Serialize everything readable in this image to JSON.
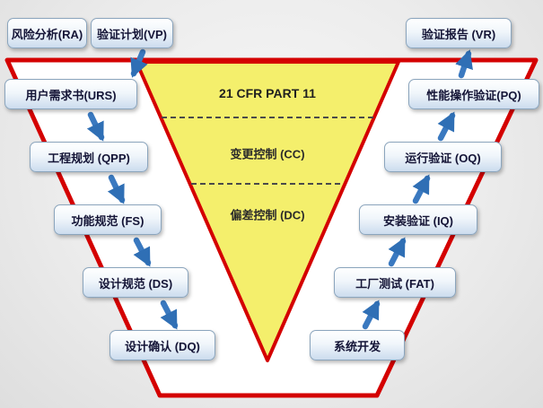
{
  "diagram": {
    "top_left_boxes": [
      {
        "label": "风险分析(RA)"
      },
      {
        "label": "验证计划(VP)"
      }
    ],
    "top_right_box": {
      "label": "验证报告 (VR)"
    },
    "left_column": [
      {
        "label": "用户需求书(URS)"
      },
      {
        "label": "工程规划 (QPP)"
      },
      {
        "label": "功能规范 (FS)"
      },
      {
        "label": "设计规范 (DS)"
      },
      {
        "label": "设计确认 (DQ)"
      }
    ],
    "right_column": [
      {
        "label": "性能操作验证(PQ)"
      },
      {
        "label": "运行验证 (OQ)"
      },
      {
        "label": "安装验证 (IQ)"
      },
      {
        "label": "工厂测试 (FAT)"
      },
      {
        "label": "系统开发"
      }
    ],
    "triangle_sections": [
      {
        "label": "21 CFR PART 11"
      },
      {
        "label": "变更控制 (CC)"
      },
      {
        "label": "偏差控制 (DC)"
      }
    ],
    "colors": {
      "v_outline": "#d40000",
      "triangle_fill": "#f4ef6c",
      "arrow": "#3a79c0",
      "box_border": "#8ba5bd"
    }
  }
}
